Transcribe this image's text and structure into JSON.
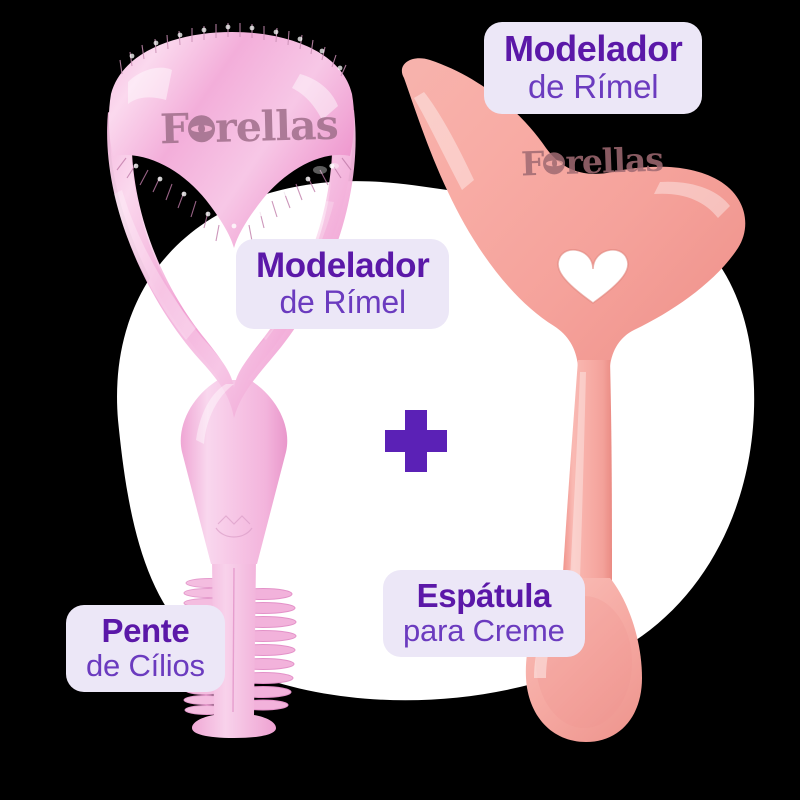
{
  "scene": {
    "background_color": "#000000",
    "blob_color": "#FFFFFF",
    "description": "Product composite image of two beauty tools"
  },
  "brand": {
    "name_part1": "F",
    "name_part2": "rellas",
    "icon": "eye-lash-icon",
    "full_name": "Forellas"
  },
  "products": [
    {
      "id": "mascara-shield-comb",
      "color": "#F0A8D8",
      "color_light": "#F9D4EA",
      "color_deep": "#E87CC0",
      "features": [
        "comb-teeth-top",
        "comb-teeth-inner-arch",
        "brand-logo",
        "comb-handle-tip"
      ]
    },
    {
      "id": "mascara-shield-spatula",
      "color": "#F4A6A0",
      "color_light": "#F9C4BE",
      "color_deep": "#E8897F",
      "features": [
        "heart-cutout",
        "brand-logo",
        "spoon-tip"
      ]
    }
  ],
  "callouts": [
    {
      "id": "modelador-top",
      "line1": "Modelador",
      "line2": "de Rímel",
      "bg": "#ECE7F7",
      "line1_color": "#5B18A8",
      "line2_color": "#6B3BBF"
    },
    {
      "id": "modelador-mid",
      "line1": "Modelador",
      "line2": "de Rímel",
      "bg": "#ECE7F7",
      "line1_color": "#5B18A8",
      "line2_color": "#6B3BBF"
    },
    {
      "id": "espatula",
      "line1": "Espátula",
      "line2": "para Creme",
      "bg": "#ECE7F7",
      "line1_color": "#5B18A8",
      "line2_color": "#6B3BBF"
    },
    {
      "id": "pente",
      "line1": "Pente",
      "line2": "de Cílios",
      "bg": "#ECE7F7",
      "line1_color": "#5B18A8",
      "line2_color": "#6B3BBF"
    }
  ],
  "separator": {
    "symbol": "+",
    "color": "#5B21B6"
  }
}
